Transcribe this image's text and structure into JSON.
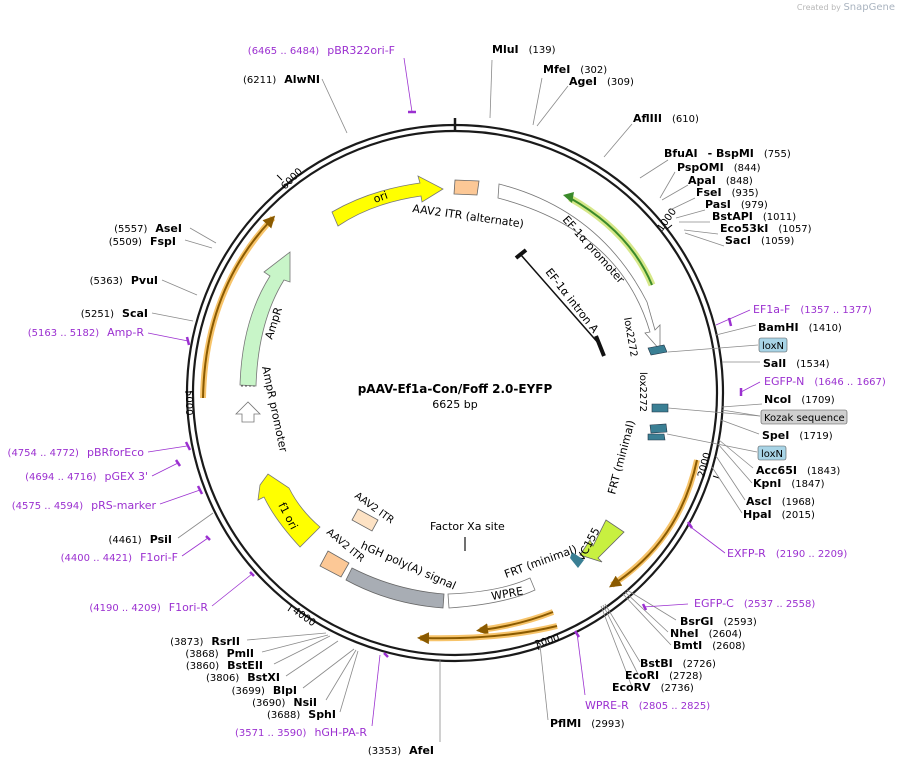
{
  "header": {
    "created_by": "Created by",
    "brand": "SnapGene"
  },
  "plasmid": {
    "name": "pAAV-Ef1a-Con/Foff 2.0-EYFP",
    "size_label": "6625 bp",
    "length": 6625
  },
  "colors": {
    "backbone": "#1a1a1a",
    "site_label": "#000000",
    "primer": "#9b30d0",
    "feature_yellow": "#ffff00",
    "feature_orange_itr": "#fcc896",
    "feature_gray": "#a8adb4",
    "feature_green": "#c8f5c8",
    "feature_teal": "#3a7f94",
    "orf_highlight": "#f7c46a"
  },
  "ticks": [
    "1000",
    "2000",
    "3000",
    "4000",
    "5000",
    "6000"
  ],
  "restriction_sites": [
    {
      "name": "MluI",
      "pos": "(139)"
    },
    {
      "name": "MfeI",
      "pos": "(302)"
    },
    {
      "name": "AgeI",
      "pos": "(309)"
    },
    {
      "name": "AflIII",
      "pos": "(610)"
    },
    {
      "name": "BfuAI",
      "pos": "(755)"
    },
    {
      "name": "BspMI",
      "pos": ""
    },
    {
      "name": "PspOMI",
      "pos": "(844)"
    },
    {
      "name": "ApaI",
      "pos": "(848)"
    },
    {
      "name": "FseI",
      "pos": "(935)"
    },
    {
      "name": "PasI",
      "pos": "(979)"
    },
    {
      "name": "BstAPI",
      "pos": "(1011)"
    },
    {
      "name": "Eco53kI",
      "pos": "(1057)"
    },
    {
      "name": "SacI",
      "pos": "(1059)"
    },
    {
      "name": "BamHI",
      "pos": "(1410)"
    },
    {
      "name": "SalI",
      "pos": "(1534)"
    },
    {
      "name": "NcoI",
      "pos": "(1709)"
    },
    {
      "name": "SpeI",
      "pos": "(1719)"
    },
    {
      "name": "Acc65I",
      "pos": "(1843)"
    },
    {
      "name": "KpnI",
      "pos": "(1847)"
    },
    {
      "name": "AscI",
      "pos": "(1968)"
    },
    {
      "name": "HpaI",
      "pos": "(2015)"
    },
    {
      "name": "BsrGI",
      "pos": "(2593)"
    },
    {
      "name": "NheI",
      "pos": "(2604)"
    },
    {
      "name": "BmtI",
      "pos": "(2608)"
    },
    {
      "name": "BstBI",
      "pos": "(2726)"
    },
    {
      "name": "EcoRI",
      "pos": "(2728)"
    },
    {
      "name": "EcoRV",
      "pos": "(2736)"
    },
    {
      "name": "PflMI",
      "pos": "(2993)"
    },
    {
      "name": "AfeI",
      "pos": "(3353)"
    },
    {
      "name": "SphI",
      "pos": "(3688)"
    },
    {
      "name": "NsiI",
      "pos": "(3690)"
    },
    {
      "name": "BlpI",
      "pos": "(3699)"
    },
    {
      "name": "BstXI",
      "pos": "(3806)"
    },
    {
      "name": "BstEII",
      "pos": "(3860)"
    },
    {
      "name": "PmlI",
      "pos": "(3868)"
    },
    {
      "name": "RsrII",
      "pos": "(3873)"
    },
    {
      "name": "PsiI",
      "pos": "(4461)"
    },
    {
      "name": "ScaI",
      "pos": "(5251)"
    },
    {
      "name": "PvuI",
      "pos": "(5363)"
    },
    {
      "name": "FspI",
      "pos": "(5509)"
    },
    {
      "name": "AseI",
      "pos": "(5557)"
    },
    {
      "name": "AlwNI",
      "pos": "(6211)"
    }
  ],
  "primers": [
    {
      "name": "pBR322ori-F",
      "range": "(6465 .. 6484)"
    },
    {
      "name": "EF1a-F",
      "range": "(1357 .. 1377)"
    },
    {
      "name": "EGFP-N",
      "range": "(1646 .. 1667)"
    },
    {
      "name": "EXFP-R",
      "range": "(2190 .. 2209)"
    },
    {
      "name": "EGFP-C",
      "range": "(2537 .. 2558)"
    },
    {
      "name": "WPRE-R",
      "range": "(2805 .. 2825)"
    },
    {
      "name": "hGH-PA-R",
      "range": "(3571 .. 3590)"
    },
    {
      "name": "F1ori-R",
      "range": "(4190 .. 4209)"
    },
    {
      "name": "F1ori-F",
      "range": "(4400 .. 4421)"
    },
    {
      "name": "pRS-marker",
      "range": "(4575 .. 4594)"
    },
    {
      "name": "pGEX 3'",
      "range": "(4694 .. 4716)"
    },
    {
      "name": "pBRforEco",
      "range": "(4754 .. 4772)"
    },
    {
      "name": "Amp-R",
      "range": "(5163 .. 5182)"
    }
  ],
  "boxed_labels": [
    "loxN",
    "Kozak sequence",
    "loxN"
  ],
  "features": {
    "ori": "ori",
    "aav2_itr_alt": "AAV2 ITR (alternate)",
    "ef1a_promoter": "EF-1α promoter",
    "ef1a_intron": "EF-1α intron A",
    "lox2272_a": "lox2272",
    "lox2272_b": "lox2272",
    "frt_min_a": "FRT (minimal)",
    "vc155": "VC155",
    "frt_min_b": "FRT (minimal)",
    "wpre": "WPRE",
    "factor_xa": "Factor Xa site",
    "hgh_polya": "hGH poly(A) signal",
    "aav2_itr_1": "AAV2 ITR",
    "aav2_itr_2": "AAV2 ITR",
    "f1_ori": "f1 ori",
    "ampr": "AmpR",
    "ampr_promoter": "AmpR promoter"
  }
}
